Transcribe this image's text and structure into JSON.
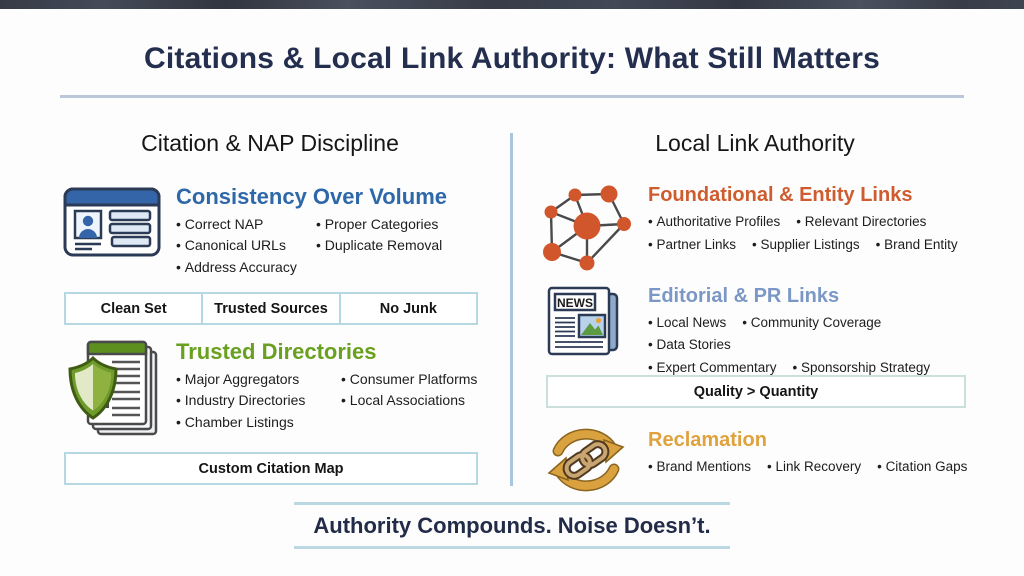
{
  "title": "Citations & Local Link Authority: What Still Matters",
  "left": {
    "heading": "Citation & NAP Discipline",
    "consistency": {
      "title": "Consistency Over Volume",
      "items": [
        "Correct NAP",
        "Proper Categories",
        "Canonical URLs",
        "Duplicate Removal",
        "Address Accuracy"
      ]
    },
    "chips": [
      "Clean Set",
      "Trusted Sources",
      "No Junk"
    ],
    "directories": {
      "title": "Trusted Directories",
      "items": [
        "Major Aggregators",
        "Consumer Platforms",
        "Industry Directories",
        "Local Associations",
        "Chamber Listings"
      ]
    },
    "map_bar": "Custom Citation Map"
  },
  "right": {
    "heading": "Local Link Authority",
    "foundational": {
      "title": "Foundational & Entity Links",
      "rows": [
        [
          "Authoritative Profiles",
          "Relevant Directories"
        ],
        [
          "Partner Links",
          "Supplier Listings",
          "Brand Entity"
        ]
      ]
    },
    "editorial": {
      "title": "Editorial & PR Links",
      "icon_text": "NEWS",
      "rows": [
        [
          "Local News",
          "Community Coverage",
          "Data Stories"
        ],
        [
          "Expert Commentary",
          "Sponsorship Strategy"
        ]
      ]
    },
    "quality_bar": "Quality > Quantity",
    "reclamation": {
      "title": "Reclamation",
      "rows": [
        [
          "Brand Mentions",
          "Link Recovery",
          "Citation Gaps"
        ]
      ]
    }
  },
  "footer": "Authority Compounds. Noise Doesn’t.",
  "accent_colors": {
    "title_navy": "#242e4e",
    "rule": "#b9c7d9",
    "divider": "#a9c6e0",
    "box_border": "#b5d8e2",
    "consistency_blue": "#2e68a8",
    "directories_green": "#6aa01f",
    "foundational_orange": "#cf5c2e",
    "editorial_steel_blue": "#7b97c5",
    "reclamation_amber": "#dfa23d"
  }
}
